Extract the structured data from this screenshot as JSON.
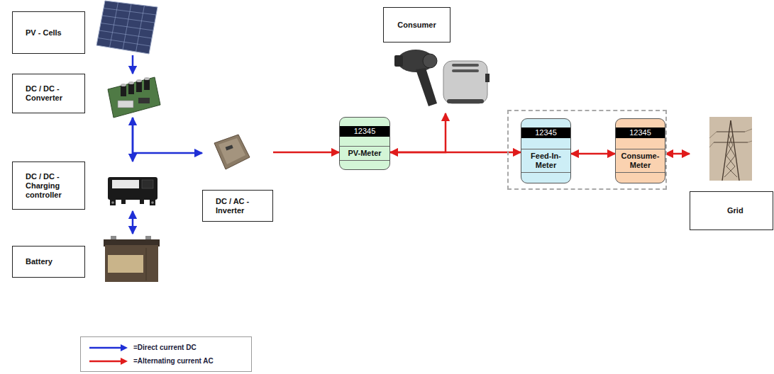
{
  "diagram": {
    "nodes": [
      {
        "text": [
          "PV - Cells"
        ]
      },
      {
        "text": [
          "DC / DC - Converter"
        ]
      },
      {
        "text": [
          "DC / DC - Charging controller"
        ]
      },
      {
        "text": [
          "Battery"
        ]
      },
      {
        "text": [
          "DC / AC - Inverter"
        ]
      },
      {
        "text": [
          "12345",
          "PV-Meter"
        ]
      },
      {
        "text": [
          "Consumer"
        ]
      },
      {
        "text": []
      },
      {
        "text": [
          "12345",
          "Feed-In- Meter"
        ],
        "in": 7
      },
      {
        "text": [
          "12345",
          "Consume- Meter"
        ],
        "in": 7
      },
      {
        "text": [
          "Grid"
        ]
      }
    ],
    "edges": [
      {
        "from": 0,
        "to": 1,
        "arrow": "to"
      },
      {
        "from": 1,
        "to": 4,
        "arrow": "to"
      },
      {
        "from": 1,
        "to": 2,
        "arrow": "both"
      },
      {
        "from": 2,
        "to": 3,
        "arrow": "both"
      },
      {
        "from": 4,
        "to": 5,
        "arrow": "to"
      },
      {
        "from": 5,
        "to": 6,
        "arrow": "to"
      },
      {
        "from": 5,
        "to": 8,
        "arrow": "both"
      },
      {
        "from": 8,
        "to": 9,
        "arrow": "both"
      },
      {
        "from": 9,
        "to": 10,
        "arrow": "both"
      }
    ],
    "legend": [
      {
        "text": "=Direct current DC"
      },
      {
        "text": "=Alternating current AC"
      }
    ]
  }
}
